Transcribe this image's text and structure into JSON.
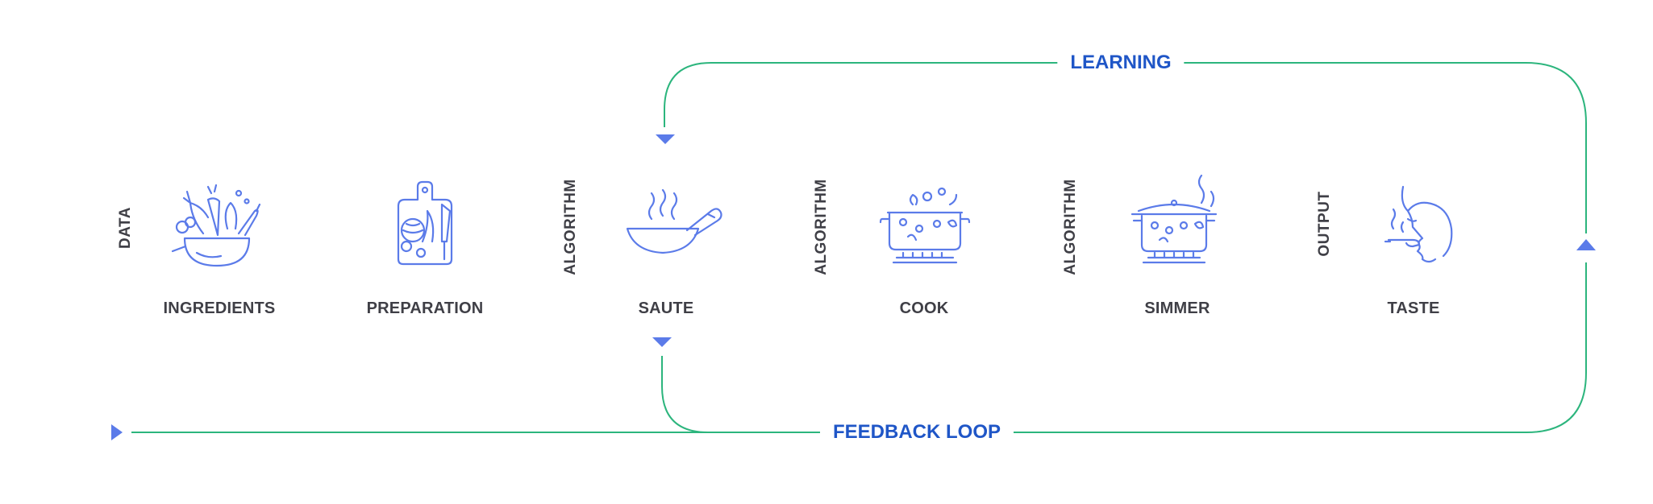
{
  "colors": {
    "line": "#2cb57d",
    "arrow": "#5b7be9",
    "icon": "#5b7be9",
    "loop_label": "#1f56c7",
    "text": "#3f3f46"
  },
  "loops": {
    "learning": "LEARNING",
    "feedback": "FEEDBACK LOOP"
  },
  "steps": [
    {
      "id": "ingredients",
      "label": "INGREDIENTS",
      "side_label": "DATA",
      "icon": "salad-bowl-icon"
    },
    {
      "id": "preparation",
      "label": "PREPARATION",
      "side_label": "",
      "icon": "cutting-board-icon"
    },
    {
      "id": "saute",
      "label": "SAUTE",
      "side_label": "ALGORITHM",
      "icon": "wok-icon"
    },
    {
      "id": "cook",
      "label": "COOK",
      "side_label": "ALGORITHM",
      "icon": "cooking-pot-icon"
    },
    {
      "id": "simmer",
      "label": "SIMMER",
      "side_label": "ALGORITHM",
      "icon": "simmering-pot-icon"
    },
    {
      "id": "taste",
      "label": "TASTE",
      "side_label": "OUTPUT",
      "icon": "tasting-face-icon"
    }
  ]
}
